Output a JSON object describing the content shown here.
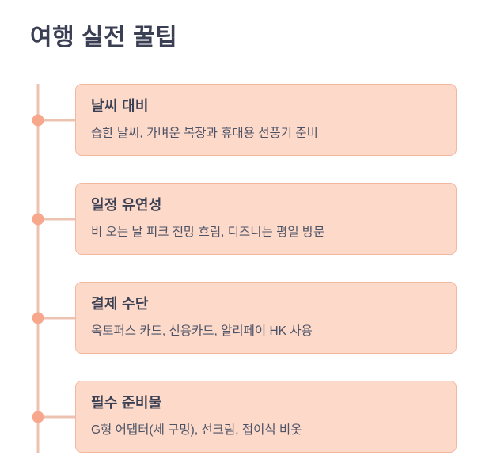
{
  "page": {
    "title": "여행 실전 꿀팁"
  },
  "colors": {
    "page_bg": "#ffffff",
    "title_text": "#3a3f54",
    "card_bg": "#fcd9c9",
    "card_border": "#f3b7a0",
    "card_title_text": "#3b4053",
    "card_body_text": "#4d5366",
    "timeline_line": "#ecc2b1",
    "timeline_dot": "#f6a78c"
  },
  "tips": [
    {
      "title": "날씨 대비",
      "description": "습한 날씨, 가벼운 복장과 휴대용 선풍기 준비"
    },
    {
      "title": "일정 유연성",
      "description": "비 오는 날 피크 전망 흐림, 디즈니는 평일 방문"
    },
    {
      "title": "결제 수단",
      "description": "옥토퍼스 카드, 신용카드, 알리페이 HK 사용"
    },
    {
      "title": "필수 준비물",
      "description": "G형 어댑터(세 구멍), 선크림, 접이식 비옷"
    }
  ]
}
